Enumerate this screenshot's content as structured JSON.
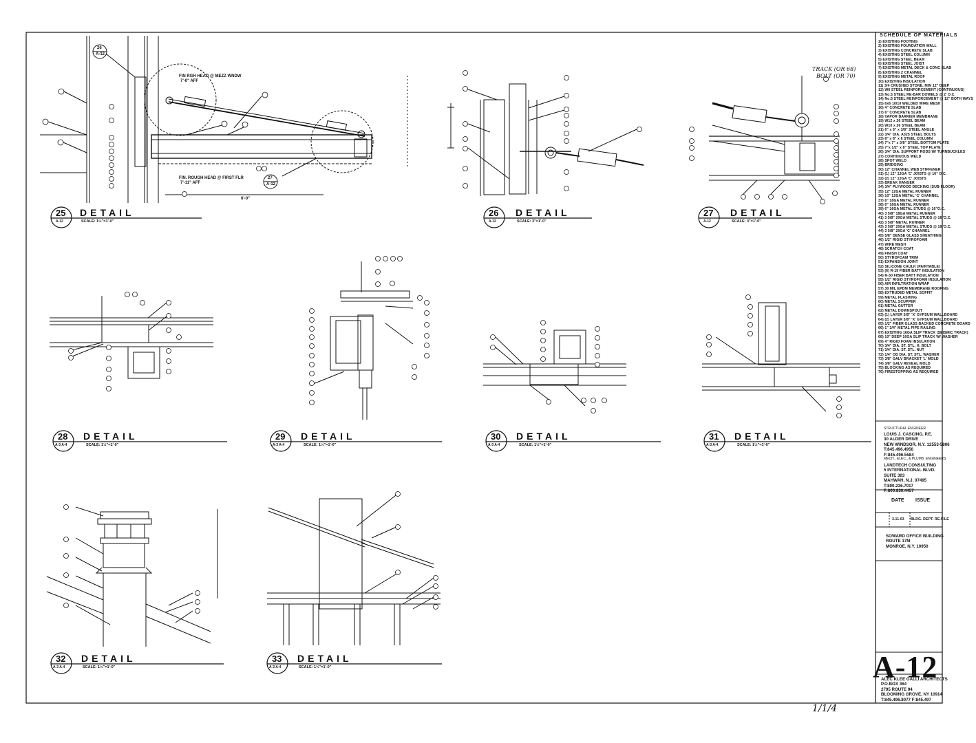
{
  "sheet": {
    "number": "A-12",
    "architect": [
      "ALEC KLEE GALLI ARCHITECTS",
      "P.O.BOX 364",
      "2795 ROUTE 94",
      "BLOOMING GROVE, NY 10914",
      "T:845.496.8077 F:845.497"
    ]
  },
  "schedule": {
    "title": "SCHEDULE OF MATERIALS",
    "items": [
      "1) EXISTING FOOTING",
      "2) EXISTING FOUNDATION WALL",
      "3) EXISTING CONCRETE SLAB",
      "4) EXISTING STEEL COLUMN",
      "5) EXISTING STEEL BEAM",
      "6) EXISTING STEEL JOIST",
      "7) EXISTING METAL DECK & CONC SLAB",
      "8) EXISTING Z CHANNEL",
      "9) EXISTING METAL ROOF",
      "10) EXISTING INSULATION",
      "11) 3/4 CRUSHED STONE, MIN 12\" DEEP",
      "12) W6 STEEL REINFORCEMENT (CONTINUOUS)",
      "13) No.5 STEEL RE-BAR DOWELS @ 2' O.C.",
      "14) No.5 STEEL REINFORCEMENT @ 12\" BOTH WAYS",
      "15) 6x6 10/10 WELDED WIRE MESH",
      "16) 4\" CONCRETE SLAB",
      "17) 6\" CONCRETE SLAB",
      "18) VAPOR BARRIER MEMBRANE",
      "19) W12 x 26 STEEL BEAM",
      "20) W10 x 26 STEEL BEAM",
      "21) 6\" x 6\" x 3/8\" STEEL ANGLE",
      "22) 3/4\" DIA. A325 STEEL BOLTS",
      "23) 8\" x 8\" x 6 STEEL COLUMN",
      "24) 7\"x 7\" x 3/8\" STEEL BOTTOM PLATE",
      "25) 7\"x 1/2\" x 8\" STEEL TOP PLATE",
      "26) 3/4\" DIA. SUPPORT RODS W/ TURNBUCKLES",
      "27) CONTINUOUS WELD",
      "28) SPOT WELD",
      "29) BRIDGING",
      "30) 12\" CHANNEL WEB STIFFENER",
      "31) (1) 12\" 12GA 'C' JOISTS @ 16\" O.C.",
      "32) (2) 12\" 12GA 'C' JOISTS",
      "33) BREAK HANGER",
      "34) 3/4\" PLYWOOD DECKING (SUB-FLOOR)",
      "35) 12\" 12GA METAL RUNNER",
      "36) 10\" 12GA METAL 'C' CHANNEL",
      "37) 6\" 18GA METAL RUNNER",
      "38) 6\" 18GA METAL RUNNER",
      "39) 6\" 16GA METAL STUDS @ 16\"O.C.",
      "40) 3 5/8\" 18GA METAL RUNNER",
      "41) 3 5/8\" 20GA METAL STUDS @ 16\"O.C.",
      "42) 3 5/8\" METAL RUNNER",
      "43) 3 5/8\" 20GA METAL STUDS @ 16\"O.C.",
      "44) 3 5/8\" 20GA 'C' CHANNEL",
      "45) 5/8\" DENSE GLASS SHEATHING",
      "46) 1/2\" RIGID STYROFOAM",
      "47) WIRE MESH",
      "48) SCRATCH COAT",
      "49) FINISH COAT",
      "50) STYROFOAM TRIM",
      "51) EXPANSION JOINT",
      "52) SILICONE CAULK (PAINTABLE)",
      "53) (6) R-19 FIBER BATT INSULATION",
      "54) R-30 FIBER BATT INSULATION",
      "55) 1/2\" RIGID STYROFOAM INSULATION",
      "56) AIR INFILTRATION WRAP",
      "57) 30 MIL EPDM MEMBRANE ROOFING",
      "58) EXTRUDED METAL SOFFIT",
      "59) METAL FLASHING",
      "60) METAL SCUPPER",
      "61) METAL GUTTER",
      "62) METAL DOWNSPOUT",
      "63) (1) LAYER 5/8\" 'X' GYPSUM WALLBOARD",
      "64) (2) LAYER 5/8\" 'X' GYPSUM WALLBOARD",
      "65) 1/2\" FIBER GLASS BACKED CONCRETE BOARD",
      "66) 1\" 3/4\" METAL PIPE RAILING",
      "67) EXISTING 16GA SLIP TRACK (SEISMIC TRACK)",
      "68) 10\" DEEP 16GA SLIP TRACK W/ WASHER",
      "69) 4\" RIGID FOAM INSULATION",
      "70) 3/4\" DIA. ST. STL. H. BOLT",
      "71) 3/4\" DIA. ST. STL. NUT",
      "72) 1/4\" OD DIA. ST. STL. WASHER",
      "73) 3/8\" GALV BRACKET 'L' MOLD",
      "74) 3/8\" GALV REVEAL MOLD",
      "75) BLOCKING AS REQUIRED",
      "76) FIRESTOPPING AS REQUIRED"
    ]
  },
  "consultants": {
    "structural_label": "STRUCTURAL ENGINEER",
    "structural": [
      "LOUIS J. CASCINO, P.E.",
      "30 ALDER DRIVE",
      "NEW WINDSOR, N.Y. 12553-5806",
      "T:845.496.4956",
      "F:845.496.5584"
    ],
    "mep_label": "MECH., ELEC., & PLUMB. ENGINEERS",
    "mep": [
      "LANDTECH CONSULTING",
      "5 INTERNATIONAL BLVD.",
      "SUITE 303",
      "MAHWAH, N.J. 07495",
      "T:800.236.7017",
      "F:800.830.4457"
    ]
  },
  "issues": {
    "date_header": "DATE",
    "issue_header": "ISSUE",
    "rows": [
      {
        "date": "3.11.03",
        "issue": "BLDG. DEPT. RE-FILE"
      }
    ]
  },
  "project": [
    "SOWARD OFFICE BUILDING",
    "ROUTE 17M",
    "MONROE, N.Y. 10950"
  ],
  "details": [
    {
      "number": "25",
      "sheet": "A-12",
      "title": "DETAIL",
      "scale": "SCALE: 1½\"=1'-0\""
    },
    {
      "number": "26",
      "sheet": "A-12",
      "title": "DETAIL",
      "scale": "SCALE: 3\"=1'-0\""
    },
    {
      "number": "27",
      "sheet": "A-12",
      "title": "DETAIL",
      "scale": "SCALE: 3\"=1'-0\""
    },
    {
      "number": "28",
      "sheet": "A-3 A-4",
      "title": "DETAIL",
      "scale": "SCALE: 1½\"=1'-0\""
    },
    {
      "number": "29",
      "sheet": "A-3 A-4",
      "title": "DETAIL",
      "scale": "SCALE: 1½\"=1'-0\""
    },
    {
      "number": "30",
      "sheet": "A-3 A-4",
      "title": "DETAIL",
      "scale": "SCALE: 1½\"=1'-0\""
    },
    {
      "number": "31",
      "sheet": "A-3 A-4",
      "title": "DETAIL",
      "scale": "SCALE: 1½\"=1'-0\""
    },
    {
      "number": "32",
      "sheet": "A-3 A-4",
      "title": "DETAIL",
      "scale": "SCALE: 1½\"=1'-0\""
    },
    {
      "number": "33",
      "sheet": "A-3 A-4",
      "title": "DETAIL",
      "scale": "SCALE: 1½\"=1'-0\""
    }
  ],
  "annotations": {
    "fin_rgh_head_mezz": "FIN RGH HEAD @ MEZZ WNDW",
    "fin_rgh_head_mezz_dim": "7'-0\" AFF",
    "fin_rough_head_first": "FIN. ROUGH HEAD @ FIRST FLR",
    "fin_rough_head_first_dim": "7'-11\" AFF",
    "dim_6ft": "6'-0\"",
    "ref_bubble_top": "26",
    "ref_bubble_top_sheet": "A-12",
    "ref_bubble_bottom": "27",
    "ref_bubble_bottom_sheet": "A-12",
    "track_note": "TRACK (OR 68)",
    "bolt_note": "BOLT (OR 70)",
    "handwritten_bottom": "1/1/4"
  }
}
